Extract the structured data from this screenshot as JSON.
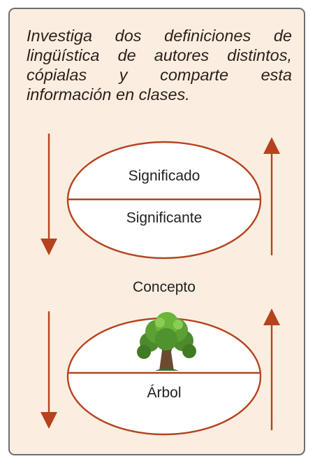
{
  "instruction": {
    "text": "Investiga dos definiciones de lingüística de autores distintos, cópialas y comparte esta información en clases."
  },
  "diagram": {
    "top_upper": "Significado",
    "top_lower": "Significante",
    "middle": "Concepto",
    "bottom_lower": "Árbol",
    "image_icon": "tree-image"
  },
  "colors": {
    "card_background": "#fbeee0",
    "card_border": "#6e6e6e",
    "ellipse_fill": "#ffffff",
    "ellipse_stroke": "#b5431f",
    "arrow": "#b5431f",
    "text": "#222222"
  }
}
